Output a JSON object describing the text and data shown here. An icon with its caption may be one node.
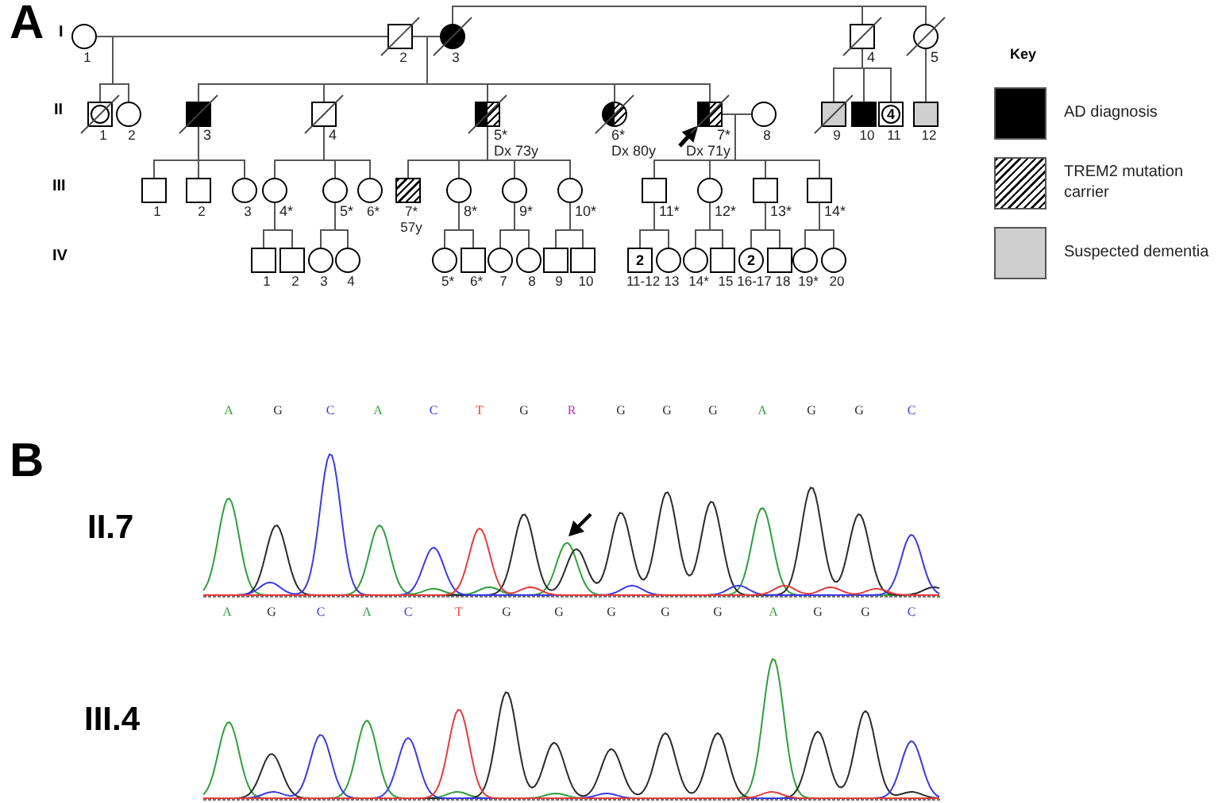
{
  "diagram": {
    "nodes": [
      {
        "text": [],
        "shape": "circle",
        "beside": [
          "1"
        ]
      },
      {
        "text": [],
        "shape": "box",
        "beside": [
          "2"
        ]
      },
      {
        "text": [],
        "shape": "circle",
        "beside": [
          "3"
        ]
      },
      {
        "text": [],
        "shape": "box",
        "beside": [
          "4"
        ]
      },
      {
        "text": [],
        "shape": "circle",
        "beside": [
          "5"
        ]
      },
      {
        "text": [],
        "shape": "box",
        "beside": [
          "1"
        ]
      },
      {
        "text": [],
        "shape": "circle",
        "beside": [
          "2"
        ]
      },
      {
        "text": [],
        "shape": "box",
        "beside": [
          "3"
        ]
      },
      {
        "text": [],
        "shape": "box",
        "beside": [
          "4"
        ]
      },
      {
        "text": [],
        "shape": "box",
        "beside": [
          "5*",
          "Dx 73y"
        ]
      },
      {
        "text": [],
        "shape": "circle",
        "beside": [
          "6*",
          "Dx 80y"
        ]
      },
      {
        "text": [],
        "shape": "box",
        "beside": [
          "7*",
          "Dx 71y"
        ]
      },
      {
        "text": [],
        "shape": "circle",
        "beside": [
          "8"
        ]
      },
      {
        "text": [],
        "shape": "box",
        "beside": [
          "9"
        ]
      },
      {
        "text": [],
        "shape": "box",
        "beside": [
          "10"
        ]
      },
      {
        "text": [
          "4"
        ],
        "beside": [
          "11"
        ]
      },
      {
        "text": [],
        "shape": "box",
        "beside": [
          "12"
        ]
      },
      {
        "text": [],
        "shape": "box",
        "beside": [
          "1"
        ]
      },
      {
        "text": [],
        "shape": "box",
        "beside": [
          "2"
        ]
      },
      {
        "text": [],
        "shape": "circle",
        "beside": [
          "3"
        ]
      },
      {
        "text": [],
        "shape": "circle",
        "beside": [
          "4*"
        ]
      },
      {
        "text": [],
        "shape": "circle",
        "beside": [
          "5*"
        ]
      },
      {
        "text": [],
        "shape": "circle",
        "beside": [
          "6*"
        ]
      },
      {
        "text": [],
        "shape": "box",
        "beside": [
          "7*",
          "57y"
        ]
      },
      {
        "text": [],
        "shape": "circle",
        "beside": [
          "8*"
        ]
      },
      {
        "text": [],
        "shape": "circle",
        "beside": [
          "9*"
        ]
      },
      {
        "text": [],
        "shape": "circle",
        "beside": [
          "10*"
        ]
      },
      {
        "text": [],
        "shape": "box",
        "beside": [
          "11*"
        ]
      },
      {
        "text": [],
        "shape": "circle",
        "beside": [
          "12*"
        ]
      },
      {
        "text": [],
        "shape": "box",
        "beside": [
          "13*"
        ]
      },
      {
        "text": [],
        "shape": "box",
        "beside": [
          "14*"
        ]
      },
      {
        "text": [],
        "shape": "box",
        "beside": [
          "1"
        ]
      },
      {
        "text": [],
        "shape": "box",
        "beside": [
          "2"
        ]
      },
      {
        "text": [],
        "shape": "circle",
        "beside": [
          "3"
        ]
      },
      {
        "text": [],
        "shape": "circle",
        "beside": [
          "4"
        ]
      },
      {
        "text": [],
        "shape": "circle",
        "beside": [
          "5*"
        ]
      },
      {
        "text": [],
        "shape": "box",
        "beside": [
          "6*"
        ]
      },
      {
        "text": [],
        "shape": "circle",
        "beside": [
          "7"
        ]
      },
      {
        "text": [],
        "shape": "circle",
        "beside": [
          "8"
        ]
      },
      {
        "text": [],
        "shape": "box",
        "beside": [
          "9"
        ]
      },
      {
        "text": [],
        "shape": "box",
        "beside": [
          "10"
        ]
      },
      {
        "text": [
          "2"
        ],
        "beside": [
          "11-12"
        ]
      },
      {
        "text": [],
        "shape": "circle",
        "beside": [
          "13"
        ]
      },
      {
        "text": [],
        "shape": "circle",
        "beside": [
          "14*"
        ]
      },
      {
        "text": [],
        "shape": "box",
        "beside": [
          "15"
        ]
      },
      {
        "text": [
          "2"
        ],
        "beside": [
          "16-17"
        ]
      },
      {
        "text": [],
        "shape": "box",
        "beside": [
          "18"
        ]
      },
      {
        "text": [],
        "shape": "circle",
        "beside": [
          "19*"
        ]
      },
      {
        "text": [],
        "shape": "circle",
        "beside": [
          "20"
        ]
      }
    ],
    "edges": [
      {
        "from": 0,
        "to": 1,
        "arrow": "none"
      },
      {
        "from": 1,
        "to": 2,
        "arrow": "none"
      },
      {
        "from": 2,
        "to": 3,
        "arrow": "none"
      },
      {
        "from": 2,
        "to": 4,
        "arrow": "none"
      },
      {
        "from": 11,
        "to": 12,
        "arrow": "none"
      },
      {
        "from": null,
        "to": 11,
        "arrow": "to",
        "style": "thick"
      },
      {
        "from": 0,
        "to": 5,
        "arrow": "none"
      },
      {
        "from": 1,
        "to": 5,
        "arrow": "none"
      },
      {
        "from": 0,
        "to": 6,
        "arrow": "none"
      },
      {
        "from": 1,
        "to": 6,
        "arrow": "none"
      },
      {
        "from": 1,
        "to": 7,
        "arrow": "none"
      },
      {
        "from": 2,
        "to": 7,
        "arrow": "none"
      },
      {
        "from": 1,
        "to": 8,
        "arrow": "none"
      },
      {
        "from": 2,
        "to": 8,
        "arrow": "none"
      },
      {
        "from": 1,
        "to": 9,
        "arrow": "none"
      },
      {
        "from": 2,
        "to": 9,
        "arrow": "none"
      },
      {
        "from": 1,
        "to": 10,
        "arrow": "none"
      },
      {
        "from": 2,
        "to": 10,
        "arrow": "none"
      },
      {
        "from": 1,
        "to": 11,
        "arrow": "none"
      },
      {
        "from": 2,
        "to": 11,
        "arrow": "none"
      },
      {
        "from": 3,
        "to": 13,
        "arrow": "none"
      },
      {
        "from": 3,
        "to": 14,
        "arrow": "none"
      },
      {
        "from": 3,
        "to": 15,
        "arrow": "none"
      },
      {
        "from": 4,
        "to": 16,
        "arrow": "none"
      },
      {
        "from": 7,
        "to": 17,
        "arrow": "none"
      },
      {
        "from": 7,
        "to": 18,
        "arrow": "none"
      },
      {
        "from": 7,
        "to": 19,
        "arrow": "none"
      },
      {
        "from": 8,
        "to": 20,
        "arrow": "none"
      },
      {
        "from": 8,
        "to": 21,
        "arrow": "none"
      },
      {
        "from": 8,
        "to": 22,
        "arrow": "none"
      },
      {
        "from": 9,
        "to": 23,
        "arrow": "none"
      },
      {
        "from": 9,
        "to": 24,
        "arrow": "none"
      },
      {
        "from": 9,
        "to": 25,
        "arrow": "none"
      },
      {
        "from": 9,
        "to": 26,
        "arrow": "none"
      },
      {
        "from": 11,
        "to": 27,
        "arrow": "none"
      },
      {
        "from": 12,
        "to": 27,
        "arrow": "none"
      },
      {
        "from": 11,
        "to": 28,
        "arrow": "none"
      },
      {
        "from": 12,
        "to": 28,
        "arrow": "none"
      },
      {
        "from": 11,
        "to": 29,
        "arrow": "none"
      },
      {
        "from": 12,
        "to": 29,
        "arrow": "none"
      },
      {
        "from": 11,
        "to": 30,
        "arrow": "none"
      },
      {
        "from": 12,
        "to": 30,
        "arrow": "none"
      },
      {
        "from": 20,
        "to": 31,
        "arrow": "none"
      },
      {
        "from": 20,
        "to": 32,
        "arrow": "none"
      },
      {
        "from": 21,
        "to": 33,
        "arrow": "none"
      },
      {
        "from": 21,
        "to": 34,
        "arrow": "none"
      },
      {
        "from": 24,
        "to": 35,
        "arrow": "none"
      },
      {
        "from": 24,
        "to": 36,
        "arrow": "none"
      },
      {
        "from": 25,
        "to": 37,
        "arrow": "none"
      },
      {
        "from": 25,
        "to": 38,
        "arrow": "none"
      },
      {
        "from": 26,
        "to": 39,
        "arrow": "none"
      },
      {
        "from": 26,
        "to": 40,
        "arrow": "none"
      },
      {
        "from": 27,
        "to": 41,
        "arrow": "none"
      },
      {
        "from": 27,
        "to": 42,
        "arrow": "none"
      },
      {
        "from": 28,
        "to": 43,
        "arrow": "none"
      },
      {
        "from": 28,
        "to": 44,
        "arrow": "none"
      },
      {
        "from": 29,
        "to": 45,
        "arrow": "none"
      },
      {
        "from": 29,
        "to": 46,
        "arrow": "none"
      },
      {
        "from": 30,
        "to": 47,
        "arrow": "none"
      },
      {
        "from": 30,
        "to": 48,
        "arrow": "none"
      }
    ],
    "labels": [
      "A",
      "I",
      "II",
      "III",
      "IV",
      "Key",
      "A",
      "G",
      "C",
      "A",
      "C",
      "T",
      "G",
      "R",
      "G",
      "G",
      "G",
      "A",
      "G",
      "G",
      "C",
      "B",
      "II.7",
      "A",
      "G",
      "C",
      "A",
      "C",
      "T",
      "G",
      "G",
      "G",
      "G",
      "G",
      "A",
      "G",
      "G",
      "C",
      "III.4"
    ],
    "legend": [
      {
        "text": "AD diagnosis",
        "color": "#000000"
      },
      {
        "text": "TREM2 mutation carrier"
      },
      {
        "text": "Suspected dementia",
        "color": "#cfcfcf"
      }
    ]
  }
}
